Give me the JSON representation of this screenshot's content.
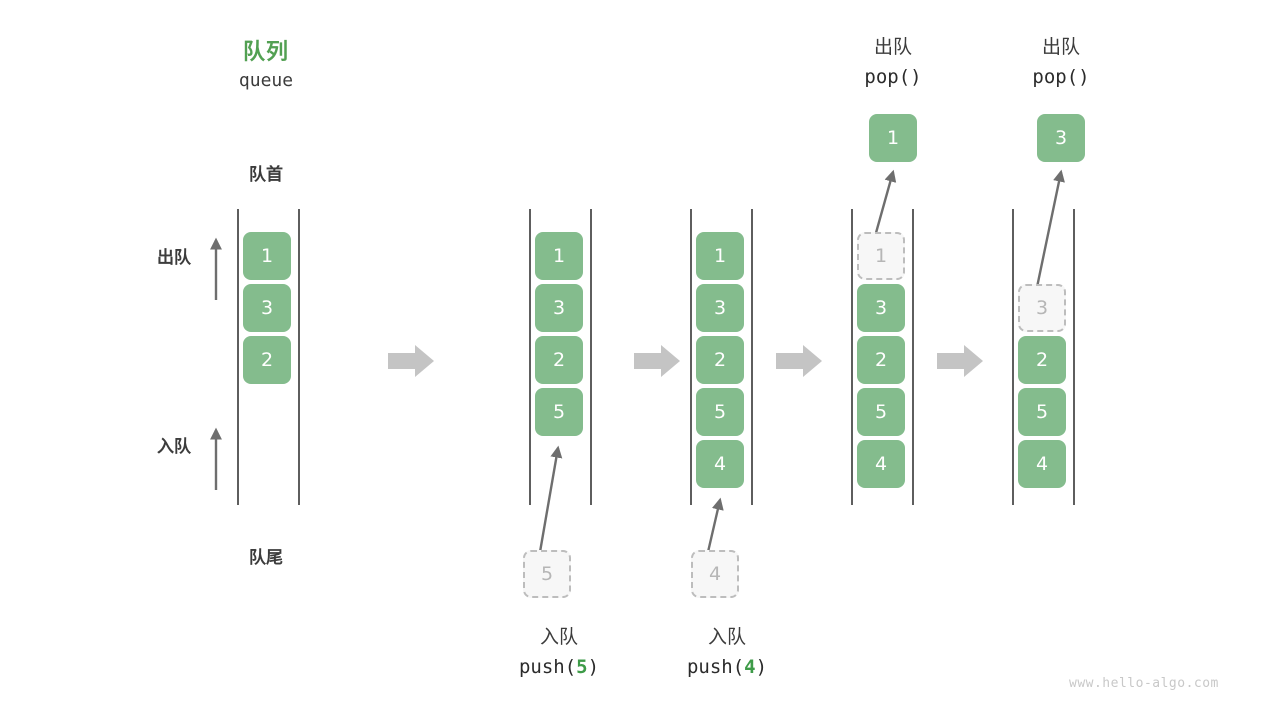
{
  "meta": {
    "watermark": "www.hello-algo.com",
    "colors": {
      "cell_green": "#84BC8D",
      "title_green": "#52A052",
      "code_accent": "#3E9B48",
      "rail_gray": "#5E5E5E",
      "ghost_border": "#BDBDBD",
      "step_arrow_gray": "#C4C4C4",
      "text_dark": "#3C3C3C"
    }
  },
  "header": {
    "title_cn": "队列",
    "title_en": "queue"
  },
  "annotations": {
    "front_label": "队首",
    "rear_label": "队尾",
    "dequeue_label": "出队",
    "enqueue_label": "入队"
  },
  "steps": [
    {
      "id": "initial",
      "caption_cn": "",
      "caption_code": "",
      "cells": [
        "1",
        "3",
        "2"
      ],
      "ghost_index": -1
    },
    {
      "id": "push-5",
      "caption_cn": "入队",
      "caption_code_prefix": "push(",
      "caption_code_value": "5",
      "caption_code_suffix": ")",
      "cells": [
        "1",
        "3",
        "2",
        "5"
      ],
      "incoming_value": "5",
      "ghost_index": -1
    },
    {
      "id": "push-4",
      "caption_cn": "入队",
      "caption_code_prefix": "push(",
      "caption_code_value": "4",
      "caption_code_suffix": ")",
      "cells": [
        "1",
        "3",
        "2",
        "5",
        "4"
      ],
      "incoming_value": "4",
      "ghost_index": -1
    },
    {
      "id": "pop-1",
      "caption_cn": "出队",
      "caption_code_prefix": "pop(",
      "caption_code_value": "",
      "caption_code_suffix": ")",
      "cells": [
        "1",
        "3",
        "2",
        "5",
        "4"
      ],
      "ghost_index": 0,
      "popped_value": "1"
    },
    {
      "id": "pop-3",
      "caption_cn": "出队",
      "caption_code_prefix": "pop(",
      "caption_code_value": "",
      "caption_code_suffix": ")",
      "cells": [
        "3",
        "2",
        "5",
        "4"
      ],
      "ghost_index": 0,
      "popped_value": "3"
    }
  ]
}
